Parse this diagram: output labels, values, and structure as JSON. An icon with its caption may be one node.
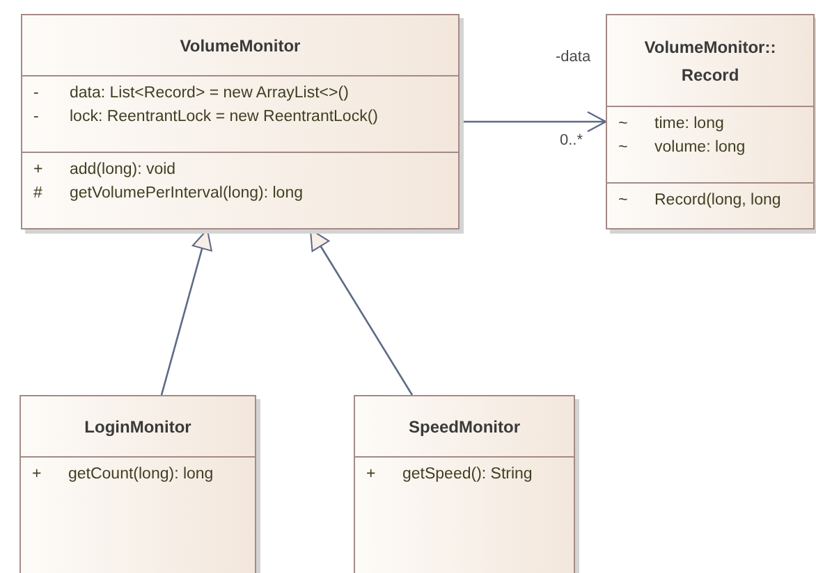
{
  "diagram": {
    "nodes": [
      {
        "text": [
          "VolumeMonitor",
          "- data: List<Record> = new ArrayList<>()",
          "- lock: ReentrantLock = new ReentrantLock()",
          "+ add(long): void",
          "# getVolumePerInterval(long): long"
        ]
      },
      {
        "text": [
          "VolumeMonitor:: Record",
          "~ time: long",
          "~ volume: long",
          "~ Record(long, long"
        ]
      },
      {
        "text": [
          "LoginMonitor",
          "+ getCount(long): long"
        ]
      },
      {
        "text": [
          "SpeedMonitor",
          "+ getSpeed(): String"
        ]
      }
    ],
    "edges": [
      {
        "from": 0,
        "to": 1,
        "arrow": "to"
      },
      {
        "from": 2,
        "to": 0,
        "arrow": "to"
      },
      {
        "from": 3,
        "to": 0,
        "arrow": "to"
      }
    ],
    "labels": [
      "-data",
      "0..*"
    ]
  }
}
